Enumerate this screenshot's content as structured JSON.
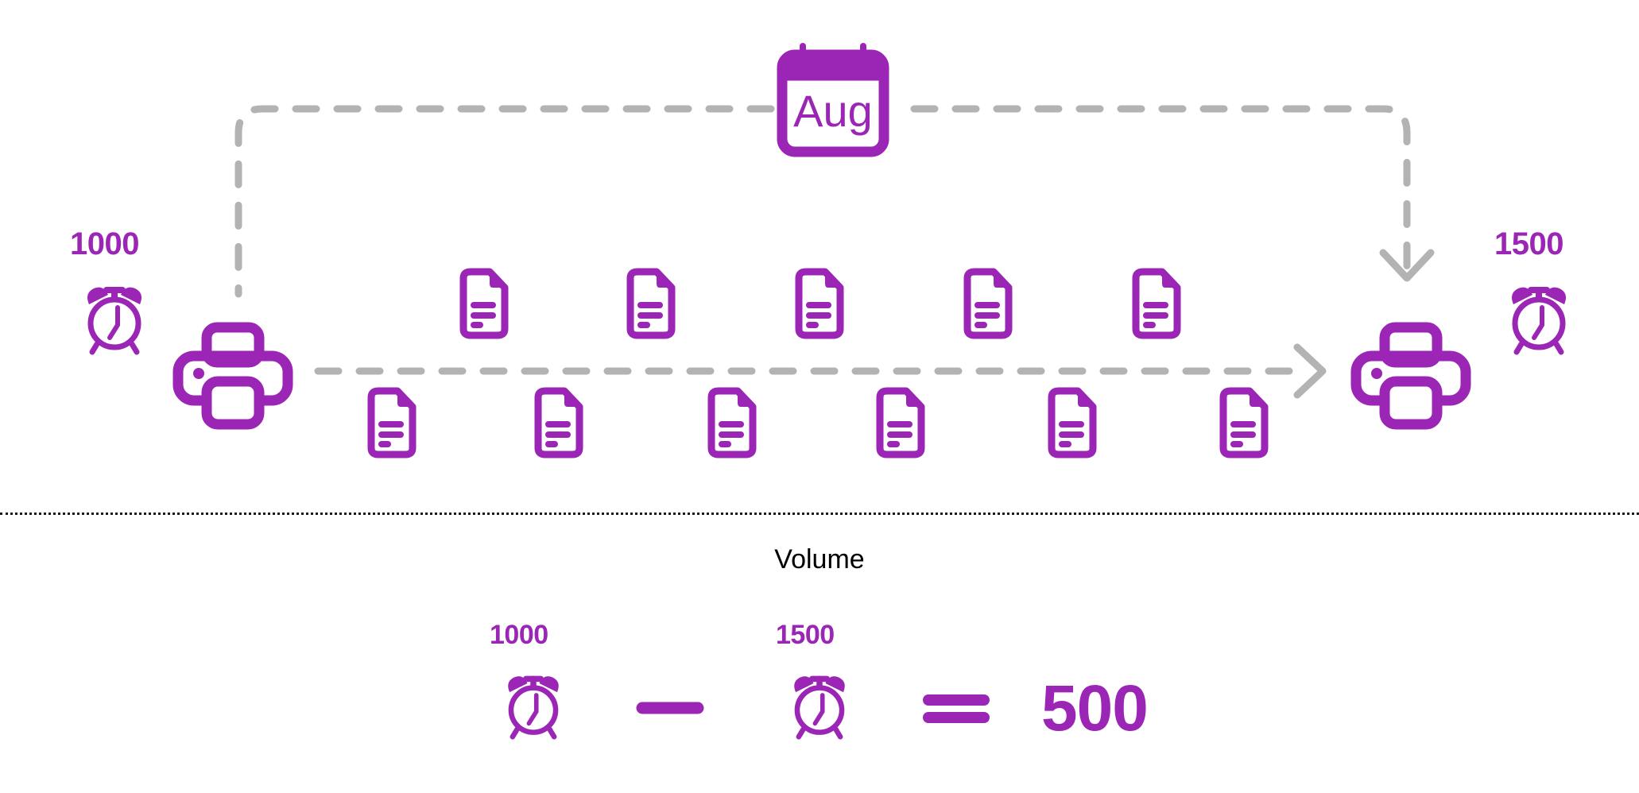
{
  "theme": {
    "accent": "#9B26B6",
    "arrow": "#B3B3B3",
    "divider": "#1A1A1A",
    "background": "#FFFFFF",
    "text": "#000000"
  },
  "diagram": {
    "title_month": "Aug",
    "calendar_icon": "calendar-icon",
    "start": {
      "count": "1000",
      "clock_icon": "alarm-clock-icon",
      "printer_icon": "printer-icon"
    },
    "end": {
      "count": "1500",
      "clock_icon": "alarm-clock-icon",
      "printer_icon": "printer-icon"
    },
    "documents": {
      "icon": "document-icon",
      "top_row_count": 5,
      "bottom_row_count": 6,
      "top_row": [
        "document-icon",
        "document-icon",
        "document-icon",
        "document-icon",
        "document-icon"
      ],
      "bottom_row": [
        "document-icon",
        "document-icon",
        "document-icon",
        "document-icon",
        "document-icon",
        "document-icon"
      ]
    },
    "flow_arrows": {
      "left_branch": "dashed-line-down-left",
      "right_branch": "dashed-arrow-down-right",
      "center": "dashed-arrow-right"
    }
  },
  "summary": {
    "section_label": "Volume",
    "equation": {
      "operand_a_count": "1000",
      "operand_a_icon": "alarm-clock-icon",
      "operator_minus": "minus-icon",
      "operand_b_count": "1500",
      "operand_b_icon": "alarm-clock-icon",
      "operator_equals": "equals-icon",
      "result": "500"
    }
  }
}
